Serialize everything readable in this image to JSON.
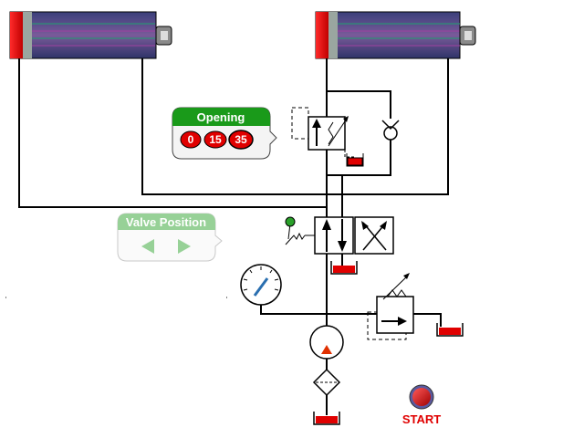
{
  "opening_panel": {
    "title": "Opening",
    "options": [
      "0",
      "15",
      "35"
    ]
  },
  "valve_position_panel": {
    "title": "Valve Position",
    "left_arrow": "arrow-left-icon",
    "right_arrow": "arrow-right-icon"
  },
  "start_button": {
    "label": "START"
  },
  "colors": {
    "line": "#000000",
    "panel_green": "#1a9a1a",
    "panel_green_faded": "#a8dca8",
    "badge_red": "#e00000",
    "tank_red": "#e00000",
    "gauge_needle": "#2a6fb0",
    "pump_arrow": "#e03000"
  }
}
